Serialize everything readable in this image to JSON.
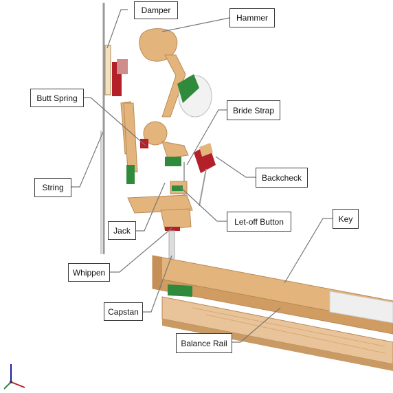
{
  "labels": {
    "damper": "Damper",
    "hammer": "Hammer",
    "butt_spring": "Butt Spring",
    "bride_strap": "Bride Strap",
    "backcheck": "Backcheck",
    "string": "String",
    "jack": "Jack",
    "letoff_button": "Let-off Button",
    "key": "Key",
    "whippen": "Whippen",
    "capstan": "Capstan",
    "balance_rail": "Balance Rail"
  },
  "colors": {
    "wood": "#e3b47c",
    "wood_dark": "#b98a55",
    "felt_green": "#2f8a3c",
    "felt_red": "#b3202a",
    "hammer_felt": "#f2f2f2",
    "string": "#8c8c8c"
  },
  "icons": [
    "axis-triad-icon"
  ]
}
